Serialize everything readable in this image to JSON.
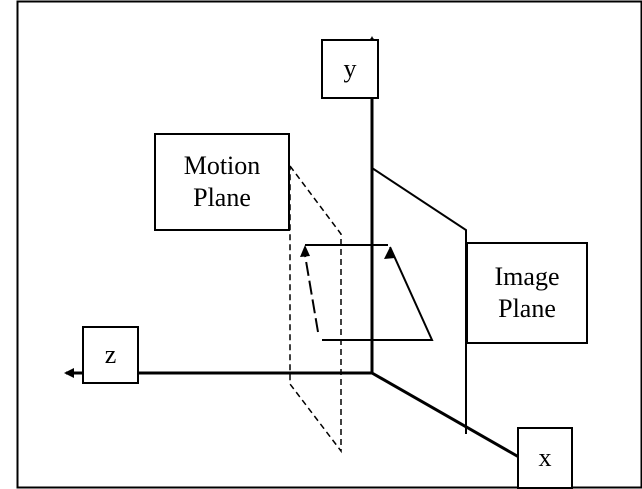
{
  "labels": {
    "y_axis": "y",
    "z_axis": "z",
    "x_axis": "x",
    "motion_plane_line1": "Motion",
    "motion_plane_line2": "Plane",
    "image_plane_line1": "Image",
    "image_plane_line2": "Plane"
  },
  "colors": {
    "stroke": "#000000",
    "background": "#ffffff"
  }
}
